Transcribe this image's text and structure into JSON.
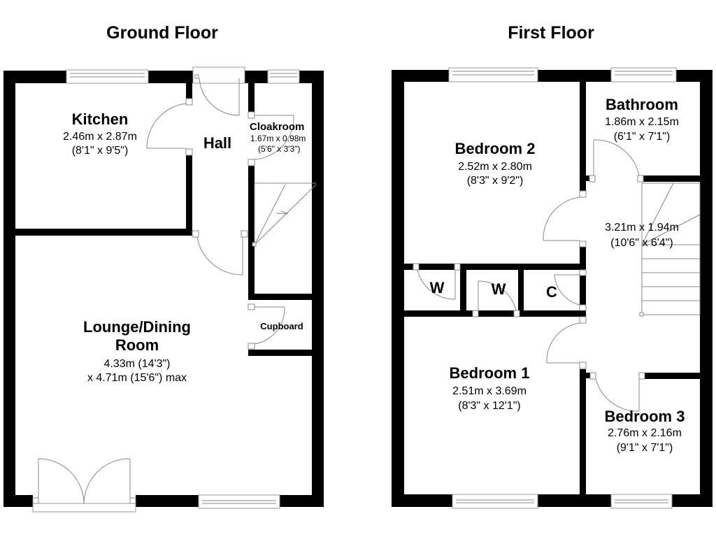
{
  "ground_floor": {
    "title": "Ground Floor",
    "rooms": {
      "kitchen": {
        "name": "Kitchen",
        "metric": "2.46m x 2.87m",
        "imperial": "(8'1\" x 9'5\")"
      },
      "hall": {
        "name": "Hall"
      },
      "cloakroom": {
        "name": "Cloakroom",
        "metric": "1.67m x 0.98m",
        "imperial": "(5'6\" x 3'3\")"
      },
      "cupboard": {
        "name": "Cupboard"
      },
      "lounge": {
        "name_line1": "Lounge/Dining",
        "name_line2": "Room",
        "dim_line1": "4.33m (14'3\")",
        "dim_line2": "x 4.71m (15'6\") max"
      }
    }
  },
  "first_floor": {
    "title": "First Floor",
    "rooms": {
      "bedroom2": {
        "name": "Bedroom 2",
        "metric": "2.52m x 2.80m",
        "imperial": "(8'3\" x 9'2\")"
      },
      "bathroom": {
        "name": "Bathroom",
        "metric": "1.86m x 2.15m",
        "imperial": "(6'1\" x 7'1\")"
      },
      "landing": {
        "metric": "3.21m x 1.94m",
        "imperial": "(10'6\" x 6'4\")"
      },
      "wardrobe1": {
        "name": "W"
      },
      "wardrobe2": {
        "name": "W"
      },
      "cupboard": {
        "name": "C"
      },
      "bedroom1": {
        "name": "Bedroom 1",
        "metric": "2.51m x 3.69m",
        "imperial": "(8'3\" x 12'1\")"
      },
      "bedroom3": {
        "name": "Bedroom 3",
        "metric": "2.76m x 2.16m",
        "imperial": "(9'1\" x 7'1\")"
      }
    }
  }
}
